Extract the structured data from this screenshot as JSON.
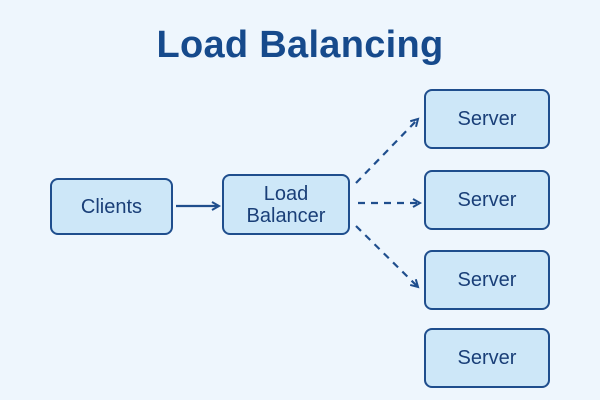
{
  "title": "Load Balancing",
  "nodes": {
    "clients": "Clients",
    "load_balancer": "Load\nBalancer",
    "servers": [
      "Server",
      "Server",
      "Server",
      "Server"
    ]
  },
  "edges": [
    {
      "from": "clients",
      "to": "load_balancer",
      "style": "solid"
    },
    {
      "from": "load_balancer",
      "to": "server-1",
      "style": "dashed"
    },
    {
      "from": "load_balancer",
      "to": "server-2",
      "style": "dashed"
    },
    {
      "from": "load_balancer",
      "to": "server-3",
      "style": "dashed"
    }
  ],
  "colors": {
    "background": "#eef6fd",
    "node_fill": "#cde7f8",
    "node_border": "#1f4e8d",
    "text": "#164a8c"
  }
}
